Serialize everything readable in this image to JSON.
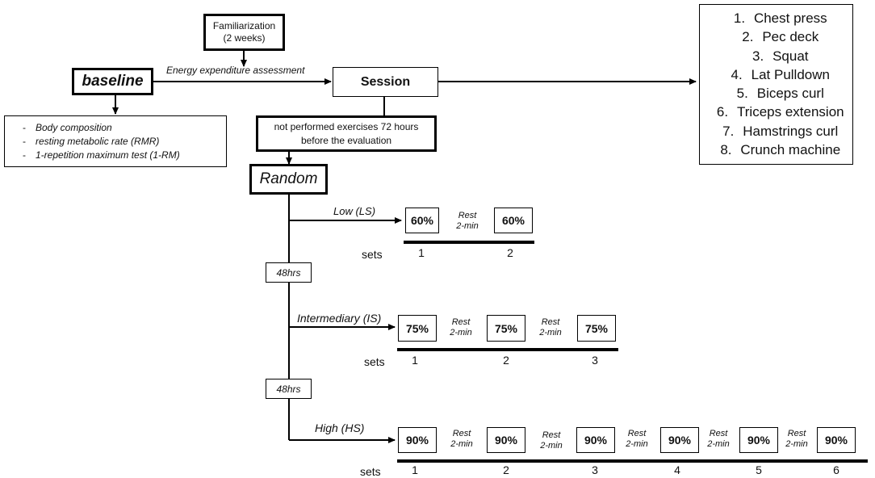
{
  "familiarization": {
    "line1": "Familiarization",
    "line2": "(2 weeks)"
  },
  "baseline": "baseline",
  "energy_assessment": "Energy expenditure assessment",
  "session": "Session",
  "baseline_tests": [
    {
      "dash": "-",
      "text": "Body composition"
    },
    {
      "dash": "-",
      "text": "resting metabolic rate (RMR)"
    },
    {
      "dash": "-",
      "text": "1-repetition maximum test (1-RM)"
    }
  ],
  "no_exercise": {
    "line1": "not performed exercises 72 hours",
    "line2": "before the evaluation"
  },
  "random": "Random",
  "exercises": [
    {
      "num": "1.",
      "name": "Chest press"
    },
    {
      "num": "2.",
      "name": "Pec deck"
    },
    {
      "num": "3.",
      "name": "Squat"
    },
    {
      "num": "4.",
      "name": "Lat Pulldown"
    },
    {
      "num": "5.",
      "name": "Biceps curl"
    },
    {
      "num": "6.",
      "name": "Triceps extension"
    },
    {
      "num": "7.",
      "name": "Hamstrings curl"
    },
    {
      "num": "8.",
      "name": "Crunch machine"
    }
  ],
  "interval_label": "48hrs",
  "rest": {
    "line1": "Rest",
    "line2": "2-min"
  },
  "sets_label": "sets",
  "protocols": [
    {
      "label": "Low (LS)",
      "intensity": "60%",
      "sets": [
        "1",
        "2"
      ]
    },
    {
      "label": "Intermediary (IS)",
      "intensity": "75%",
      "sets": [
        "1",
        "2",
        "3"
      ]
    },
    {
      "label": "High (HS)",
      "intensity": "90%",
      "sets": [
        "1",
        "2",
        "3",
        "4",
        "5",
        "6"
      ]
    }
  ]
}
